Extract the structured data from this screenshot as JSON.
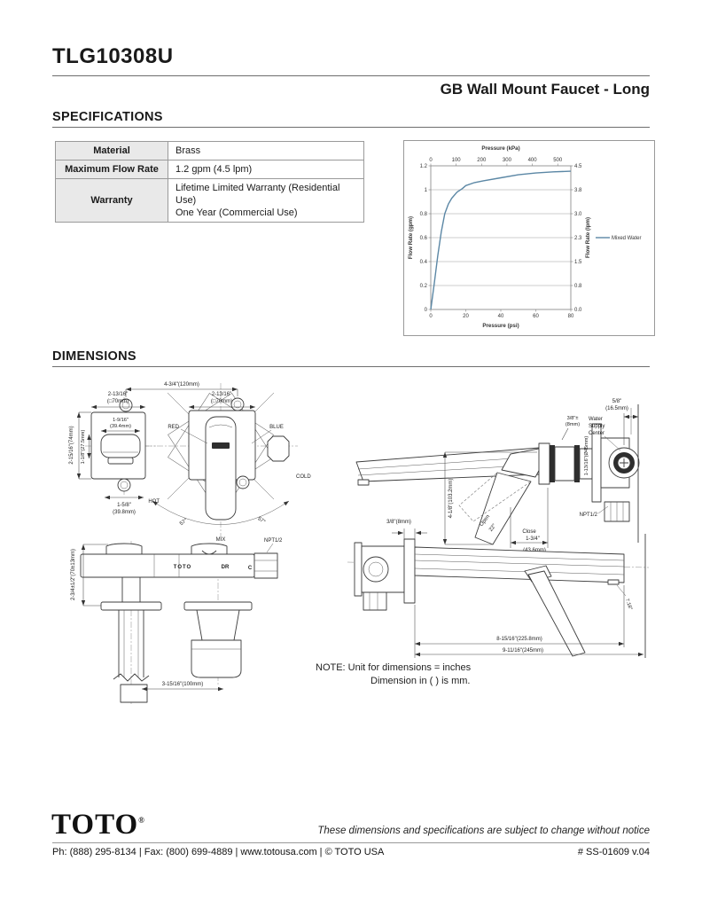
{
  "page": {
    "title": "TLG10308U",
    "subtitle": "GB Wall Mount Faucet - Long"
  },
  "specifications": {
    "heading": "SPECIFICATIONS",
    "rows": [
      {
        "label": "Material",
        "lines": [
          "Brass"
        ]
      },
      {
        "label": "Maximum Flow Rate",
        "lines": [
          "1.2 gpm (4.5 lpm)"
        ]
      },
      {
        "label": "Warranty",
        "lines": [
          "Lifetime Limited Warranty (Residential Use)",
          "One Year (Commercial Use)"
        ]
      }
    ]
  },
  "chart_data": {
    "type": "line",
    "title": "",
    "axes": {
      "top": {
        "label": "Pressure (kPa)",
        "ticks": [
          0,
          100,
          200,
          300,
          400,
          500
        ]
      },
      "bottom": {
        "label": "Pressure (psi)",
        "ticks": [
          0,
          20,
          40,
          60,
          80
        ]
      },
      "left": {
        "label": "Flow Rate (gpm)",
        "ticks": [
          "0",
          "0.2",
          "0.4",
          "0.6",
          "0.8",
          "1",
          "1.2"
        ]
      },
      "right": {
        "label": "Flow Rate (lpm)",
        "ticks": [
          "0.0",
          "0.8",
          "1.5",
          "2.3",
          "3.0",
          "3.8",
          "4.5"
        ]
      }
    },
    "xlim_psi": [
      0,
      80
    ],
    "ylim_gpm": [
      0,
      1.2
    ],
    "kpa_per_psi": 6.89476,
    "grid": "horizontal",
    "legend": {
      "entries": [
        "Mixed Water"
      ],
      "position": "right"
    },
    "series": [
      {
        "name": "Mixed Water",
        "color": "#5b87a5",
        "x_psi": [
          0,
          2,
          4,
          6,
          8,
          10,
          12,
          15,
          18,
          20,
          25,
          30,
          40,
          50,
          60,
          70,
          80
        ],
        "y_gpm": [
          0,
          0.22,
          0.45,
          0.65,
          0.8,
          0.88,
          0.93,
          0.98,
          1.01,
          1.035,
          1.06,
          1.075,
          1.1,
          1.125,
          1.14,
          1.15,
          1.155
        ]
      }
    ]
  },
  "dimensions": {
    "heading": "DIMENSIONS",
    "note": {
      "line1": "NOTE: Unit for dimensions = inches",
      "line2": "Dimension in ( ) is mm."
    },
    "front_view": {
      "dim_total_width": "4-3/4\"(120mm)",
      "dim_left_plate_1": "2-13/16\"",
      "dim_left_plate_2": "(□70mm)",
      "dim_right_plate_1": "2-13/16\"",
      "dim_right_plate_2": "(□70mm)",
      "dim_handle_width_1": "1-9/16\"",
      "dim_handle_width_2": "(39.4mm)",
      "label_red": "RED",
      "label_blue": "BLUE",
      "dim_height": "2-15/16\"(74mm)",
      "dim_center": "1-1/8\"(27.5mm)",
      "dim_handle_len_1": "1-5/8\"",
      "dim_handle_len_2": "(39.8mm)",
      "label_hot": "HOT",
      "label_cold": "COLD",
      "label_mix": "MIX",
      "angle_left": "57°",
      "angle_right": "57°"
    },
    "side_view": {
      "dim_offset_1": "5/8\"",
      "dim_offset_2": "(16.5mm)",
      "label_supply_1": "Water",
      "label_supply_2": "Supply",
      "label_supply_3": "Center",
      "dim_wall_1": "3/8\"±",
      "dim_wall_2": "(8mm)",
      "dim_escutcheon": "1-13/16\"(Ø45mm)",
      "dim_spout_height": "4-1/8\"(103.2mm)",
      "label_open": "Open",
      "angle_open": "22°",
      "label_close": "Close",
      "dim_close_1": "1-3/4\"",
      "dim_close_2": "(43.6mm)",
      "label_npt": "NPT1/2"
    },
    "section_view": {
      "dim_mount": "2-3/4±1/2\"(70±13mm)",
      "label_brand": "TOTO",
      "label_dr": "DR",
      "label_c": "C",
      "label_npt": "NPT1/2",
      "dim_drain": "3-15/16\"(100mm)"
    },
    "profile_view": {
      "dim_wall": "3/8\"(8mm)",
      "dim_spout_reach": "8-15/16\"(225.8mm)",
      "dim_total_reach": "9-11/16\"(245mm)",
      "angle_tip": "7.18°"
    }
  },
  "footer": {
    "logo": "TOTO",
    "registered": "®",
    "disclaimer": "These dimensions and specifications are subject to change without notice",
    "contact": "Ph: (888) 295-8134 | Fax: (800) 699-4889 | www.totousa.com | © TOTO USA",
    "doc_number": "# SS-01609 v.04"
  }
}
